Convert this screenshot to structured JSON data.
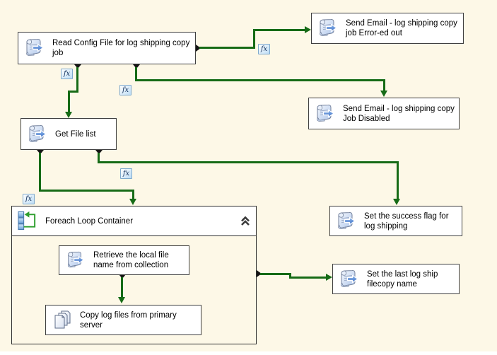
{
  "colors": {
    "background": "#FDF8E7",
    "connector": "#166B16",
    "task_fill": "#FFFFFF",
    "task_border": "#404040",
    "badge_border": "#7FA9CC"
  },
  "diagram": {
    "type": "ssis-control-flow",
    "expression_badge": "fx",
    "tasks": {
      "read_config": {
        "label": "Read Config File for log shipping copy job",
        "icon": "script-task-icon"
      },
      "send_email_error": {
        "label": "Send Email - log shipping copy job Error-ed out",
        "icon": "script-task-icon"
      },
      "send_email_disabled": {
        "label": "Send Email - log shipping copy Job Disabled",
        "icon": "script-task-icon"
      },
      "get_file_list": {
        "label": "Get File list",
        "icon": "script-task-icon"
      },
      "foreach_container": {
        "label": "Foreach Loop Container",
        "icon": "foreach-loop-icon",
        "collapse_control": "collapse-chevron"
      },
      "retrieve_local_file": {
        "label": "Retrieve the local file name from collection",
        "icon": "script-task-icon"
      },
      "copy_log_files": {
        "label": "Copy log files from primary server",
        "icon": "copy-files-icon"
      },
      "set_success_flag": {
        "label": "Set the success flag for log shipping",
        "icon": "script-task-icon"
      },
      "set_last_filecopy": {
        "label": "Set the last log ship filecopy name",
        "icon": "script-task-icon"
      }
    },
    "connections": [
      {
        "from": "read_config",
        "to": "send_email_error",
        "has_expression": true
      },
      {
        "from": "read_config",
        "to": "get_file_list",
        "has_expression": true
      },
      {
        "from": "read_config",
        "to": "send_email_disabled",
        "has_expression": true
      },
      {
        "from": "get_file_list",
        "to": "foreach_container",
        "has_expression": true
      },
      {
        "from": "get_file_list",
        "to": "set_success_flag",
        "has_expression": true
      },
      {
        "from": "retrieve_local_file",
        "to": "copy_log_files",
        "has_expression": false
      },
      {
        "from": "foreach_container",
        "to": "set_last_filecopy",
        "has_expression": false
      }
    ]
  }
}
